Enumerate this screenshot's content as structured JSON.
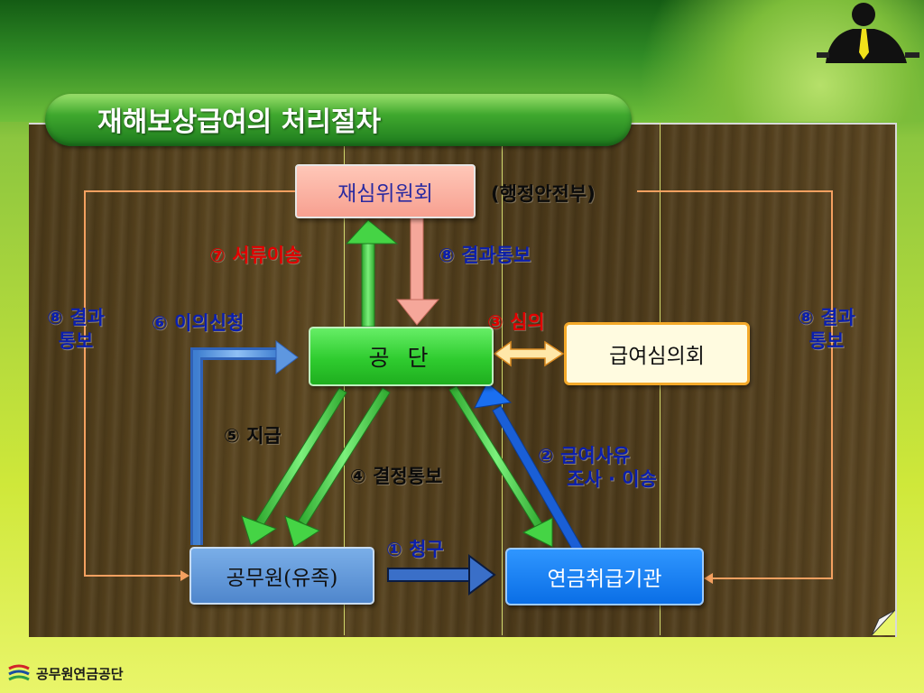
{
  "title": "재해보상급여의 처리절차",
  "nodes": {
    "review_committee": "재심위원회",
    "ministry": "(행정안전부)",
    "agency": "공 단",
    "benefit_committee": "급여심의회",
    "claimant": "공무원(유족)",
    "handling_office": "연금취급기관"
  },
  "labels": {
    "step1": "① 청구",
    "step2_line1": "② 급여사유",
    "step2_line2": "조사 · 이송",
    "step3": "③ 심의",
    "step4": "④ 결정통보",
    "step5": "⑤ 지급",
    "step6": "⑥ 이의신청",
    "step7": "⑦ 서류이송",
    "step8_top": "⑧ 결과통보",
    "step8_left_line1": "⑧ 결과",
    "step8_left_line2": "통보",
    "step8_right_line1": "⑧ 결과",
    "step8_right_line2": "통보"
  },
  "footer": {
    "org_name": "공무원연금공단"
  },
  "colors": {
    "title_pill": "#3fa82e",
    "review_box": "#f7a090",
    "agency_box": "#2fcc2f",
    "committee_border": "#f4a92a",
    "claimant_box": "#4f86cc",
    "office_box": "#0a6ee6",
    "label_red": "#e30000",
    "label_blue": "#0b1fae",
    "feedback_line": "#f4a060"
  }
}
